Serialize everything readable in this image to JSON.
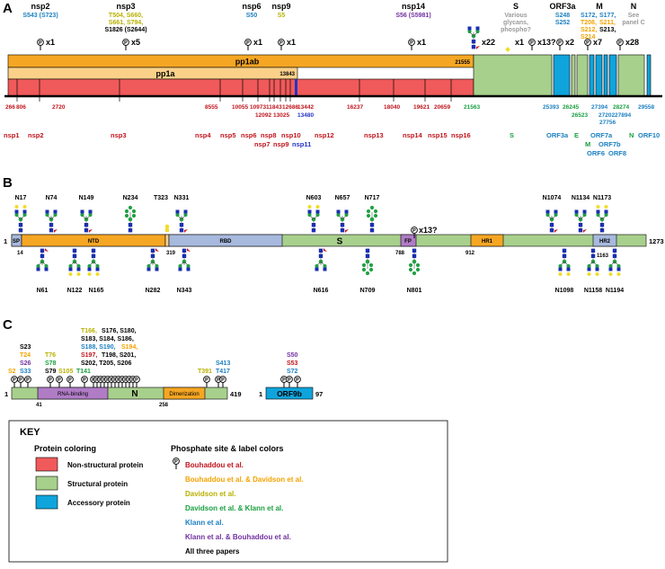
{
  "colors": {
    "nonstructural": "#f05a5a",
    "structural": "#a8d08d",
    "accessory": "#0fa4dc",
    "orange": "#f5a623",
    "rbd": "#a7b9dd",
    "fp": "#b07cc6",
    "bouhaddou": "#c0141c",
    "bouhaddou_davidson": "#f4a300",
    "davidson": "#b8b000",
    "davidson_klann": "#1aa040",
    "klann": "#1b7fc1",
    "klann_bouhaddou": "#7030a0",
    "all": "#000000",
    "gray": "#9a9a9a",
    "dark_blue": "#2333c7"
  },
  "panelA": {
    "label": "A",
    "headers": {
      "nsp2": {
        "name": "nsp2",
        "sites": "S543 (S723)"
      },
      "nsp3": {
        "name": "nsp3",
        "l1": "T504, S660,",
        "l2": "S661, S794,",
        "l3": "S1826 (S2644)"
      },
      "nsp6": {
        "name": "nsp6",
        "sites": "S50"
      },
      "nsp9": {
        "name": "nsp9",
        "sites": "S5"
      },
      "nsp14": {
        "name": "nsp14",
        "sites": "S56 (S5981)"
      },
      "S": {
        "name": "S",
        "l1": "Various",
        "l2": "glycans,",
        "l3": "phospho?"
      },
      "ORF3a": {
        "name": "ORF3a",
        "l1": "S248",
        "l2": "S252"
      },
      "M": {
        "name": "M",
        "l1a": "S172,",
        "l1b": "S177,",
        "l2a": "T208,",
        "l2b": "S211,",
        "l3a": "S212,",
        "l3b": "S213,",
        "l4": "S214"
      },
      "N": {
        "name": "N",
        "l1": "See",
        "l2": "panel C"
      }
    },
    "mults": {
      "nsp2": "x1",
      "nsp3": "x5",
      "nsp6": "x1",
      "nsp9": "x1",
      "nsp14": "x1",
      "S_glyc": "x22",
      "S_p1": "x1",
      "S_p2": "x13?",
      "ORF3a": "x2",
      "M": "x7",
      "M_glyc": "x28"
    },
    "bars": {
      "pp1ab": "pp1ab",
      "pp1ab_end": "21555",
      "pp1a": "pp1a",
      "pp1a_end": "13843"
    },
    "positions_top": [
      "266",
      "806",
      "2720",
      "8555",
      "10055",
      "10973",
      "11843",
      "12686",
      "13442",
      "16237",
      "18040",
      "19621",
      "20659",
      "21563",
      "25393",
      "26245",
      "27394",
      "28274",
      "29558"
    ],
    "positions_low": [
      "12092",
      "13025",
      "13480",
      "26523",
      "27202",
      "27756",
      "27894"
    ],
    "names": {
      "nsp1": "nsp1",
      "nsp2": "nsp2",
      "nsp3": "nsp3",
      "nsp4": "nsp4",
      "nsp5": "nsp5",
      "nsp6": "nsp6",
      "nsp7": "nsp7",
      "nsp8": "nsp8",
      "nsp9": "nsp9",
      "nsp10": "nsp10",
      "nsp11": "nsp11",
      "nsp12": "nsp12",
      "nsp13": "nsp13",
      "nsp14": "nsp14",
      "nsp15": "nsp15",
      "nsp16": "nsp16",
      "S": "S",
      "ORF3a": "ORF3a",
      "E": "E",
      "M": "M",
      "ORF6": "ORF6",
      "ORF7a": "ORF7a",
      "ORF7b": "ORF7b",
      "ORF8": "ORF8",
      "N": "N",
      "ORF10": "ORF10"
    }
  },
  "panelB": {
    "label": "B",
    "start": "1",
    "end": "1273",
    "domains": {
      "SP": "SP",
      "NTD": "NTD",
      "RBD": "RBD",
      "S": "S",
      "FP": "FP",
      "HR1": "HR1",
      "HR2": "HR2"
    },
    "positions": {
      "p14": "14",
      "p319": "319",
      "p788": "788",
      "p912": "912",
      "p1163": "1163"
    },
    "top_sites": [
      "N17",
      "N74",
      "N149",
      "N234",
      "T323",
      "N331",
      "N603",
      "N657",
      "N717",
      "N1074",
      "N1134",
      "N1173"
    ],
    "bottom_sites": [
      "N61",
      "N122",
      "N165",
      "N282",
      "N343",
      "N616",
      "N709",
      "N801",
      "N1098",
      "N1158",
      "N1194"
    ],
    "phospho": "x13?"
  },
  "panelC": {
    "label": "C",
    "N": {
      "start": "1",
      "end": "419",
      "rna": "RNA-binding",
      "n": "N",
      "dim": "Dimerization",
      "p41": "41",
      "p258": "258"
    },
    "ORF9b": {
      "name": "ORF9b",
      "start": "1",
      "end": "97"
    },
    "col1": {
      "a": "S23",
      "b": "T24",
      "c": "S26",
      "d1": "S2",
      "d2": "S33"
    },
    "col2": {
      "a": "T76",
      "b": "S78",
      "c1": "S79",
      "c2": "S105",
      "c3": "T141"
    },
    "col3": {
      "l1a": "T166,",
      "l1b": "S176, S180,",
      "l2": "S183, S184, S186,",
      "l3a": "S188, S190,",
      "l3b": "S194,",
      "l4a": "S197,",
      "l4b": "T198, S201,",
      "l5": "S202, T205, S206"
    },
    "col4": {
      "a": "T391",
      "b": "S413",
      "c": "T417"
    },
    "orf9b_sites": {
      "a": "S50",
      "b": "S53",
      "c": "S72"
    }
  },
  "key": {
    "title": "KEY",
    "coloring_title": "Protein coloring",
    "items": [
      "Non-structural protein",
      "Structural protein",
      "Accessory protein"
    ],
    "phos_title": "Phosphate site & label colors",
    "papers": [
      "Bouhaddou et al.",
      "Bouhaddou et al. & Davidson et al.",
      "Davidson et al.",
      "Davidson et al. & Klann et al.",
      "Klann et al.",
      "Klann et al. & Bouhaddou et al.",
      "All three papers"
    ]
  }
}
